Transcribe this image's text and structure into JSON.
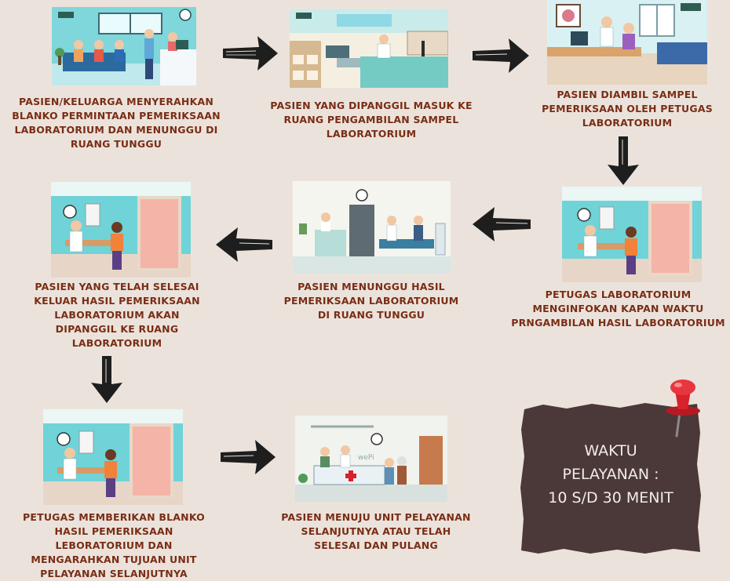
{
  "steps": [
    {
      "caption": "PASIEN/KELUARGA MENYERAHKAN\nBLANKO PERMINTAAN PEMERIKSAAN\nLABORATORIUM DAN MENUNGGU DI\nRUANG TUNGGU"
    },
    {
      "caption": "PASIEN YANG DIPANGGIL MASUK KE\nRUANG PENGAMBILAN SAMPEL\nLABORATORIUM"
    },
    {
      "caption": "PASIEN DIAMBIL SAMPEL\nPEMERIKSAAN OLEH PETUGAS\nLABORATORIUM"
    },
    {
      "caption": "PETUGAS LABORATORIUM\nMENGINFOKAN KAPAN WAKTU\nPRNGAMBILAN HASIL LABORATORIUM"
    },
    {
      "caption": "PASIEN MENUNGGU HASIL\nPEMERIKSAAN LABORATORIUM\nDI RUANG TUNGGU"
    },
    {
      "caption": "PASIEN YANG TELAH SELESAI\nKELUAR HASIL PEMERIKSAAN\nLABORATORIUM AKAN\nDIPANGGIL KE RUANG\nLABORATORIUM"
    },
    {
      "caption": "PETUGAS MEMBERIKAN BLANKO\nHASIL PEMERIKSAAN\nLEBORATORIUM DAN\nMENGARAHKAN TUJUAN UNIT\nPELAYANAN SELANJUTNYA"
    },
    {
      "caption": "PASIEN MENUJU UNIT PELAYANAN\nSELANJUTNYA ATAU TELAH\nSELESAI DAN PULANG"
    }
  ],
  "service_time_note": {
    "text": "WAKTU\nPELAYANAN :\n10 S/D 30 MENIT"
  },
  "illustration_watermark": "wePi",
  "colors": {
    "background": "#ebe3db",
    "caption_text": "#7a2d16",
    "note_paper": "#4b3838",
    "note_text": "#f2ece6",
    "pin": "#d8222b",
    "wall_teal": "#6fd3d8",
    "accent_green": "#5a8d63"
  },
  "icons": {
    "flow_arrow": "hand-drawn-arrow-icon",
    "pin": "push-pin-icon"
  }
}
